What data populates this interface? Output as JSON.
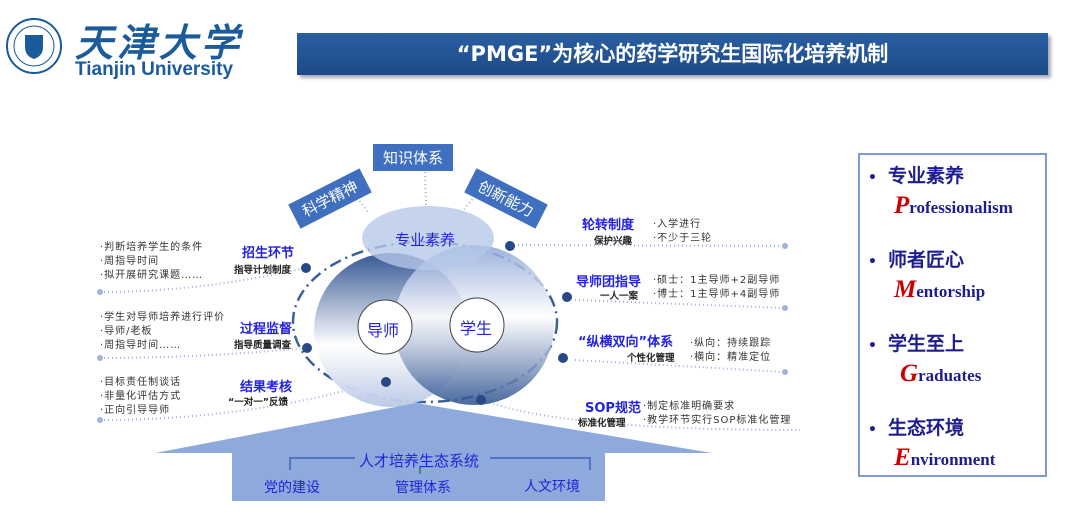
{
  "header": {
    "logo_cn": "天津大学",
    "logo_en": "Tianjin University",
    "title": "“PMGE”为核心的药学研究生国际化培养机制"
  },
  "diagram": {
    "top_tags": [
      "科学精神",
      "知识体系",
      "创新能力"
    ],
    "top_ellipse": "专业素养",
    "left_circle": "导师",
    "right_circle": "学生",
    "left_blocks": [
      {
        "title": "招生环节",
        "sub": "指导计划制度",
        "lines": [
          "·判断培养学生的条件",
          "·周指导时间",
          "·拟开展研究课题……"
        ]
      },
      {
        "title": "过程监督",
        "sub": "指导质量调查",
        "lines": [
          "·学生对导师培养进行评价",
          "·导师/老板",
          "·周指导时间……"
        ]
      },
      {
        "title": "结果考核",
        "sub": "“一对一”反馈",
        "lines": [
          "·目标责任制谈话",
          "·非量化评估方式",
          "·正向引导导师"
        ]
      }
    ],
    "right_blocks": [
      {
        "title": "轮转制度",
        "sub": "保护兴趣",
        "lines": [
          "·入学进行",
          "·不少于三轮"
        ]
      },
      {
        "title": "导师团指导",
        "sub": "一人一案",
        "lines": [
          "·硕士：1主导师+2副导师",
          "·博士：1主导师+4副导师"
        ]
      },
      {
        "title": "“纵横双向”体系",
        "sub": "个性化管理",
        "lines": [
          "·纵向：持续跟踪",
          "·横向：精准定位"
        ]
      },
      {
        "title": "SOP规范",
        "sub": "标准化管理",
        "lines": [
          "·制定标准明确要求",
          "·教学环节实行SOP标准化管理"
        ]
      }
    ],
    "base": {
      "title": "人才培养生态系统",
      "items": [
        "党的建设",
        "管理体系",
        "人文环境"
      ]
    }
  },
  "pmge": [
    {
      "cn": "专业素养",
      "cap": "P",
      "rest": "rofessionalism"
    },
    {
      "cn": "师者匠心",
      "cap": "M",
      "rest": "entorship"
    },
    {
      "cn": "学生至上",
      "cap": "G",
      "rest": "raduates"
    },
    {
      "cn": "生态环境",
      "cap": "E",
      "rest": "nvironment"
    }
  ],
  "colors": {
    "primary": "#1f4e8c",
    "accent_red": "#cc0000",
    "label_blue": "#2323e0"
  }
}
